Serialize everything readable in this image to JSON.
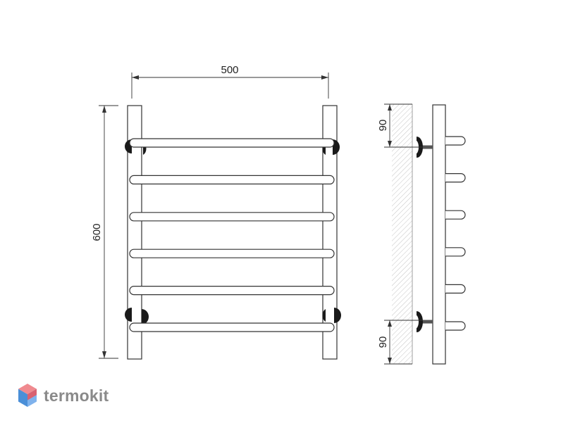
{
  "dimensions": {
    "width_label": "500",
    "height_label": "600",
    "top_offset_label": "90",
    "bottom_offset_label": "90"
  },
  "rails": {
    "count": 6
  },
  "brand": {
    "name": "termokit",
    "logo": "hexagon-logo-icon"
  },
  "colors": {
    "stroke": "#333333",
    "mount": "#1a1a1a",
    "wall_hatch": "#bdbdbd",
    "logo_red": "#e9525a",
    "logo_blue": "#4a8fd8",
    "logo_gray": "#8a8a8a"
  }
}
